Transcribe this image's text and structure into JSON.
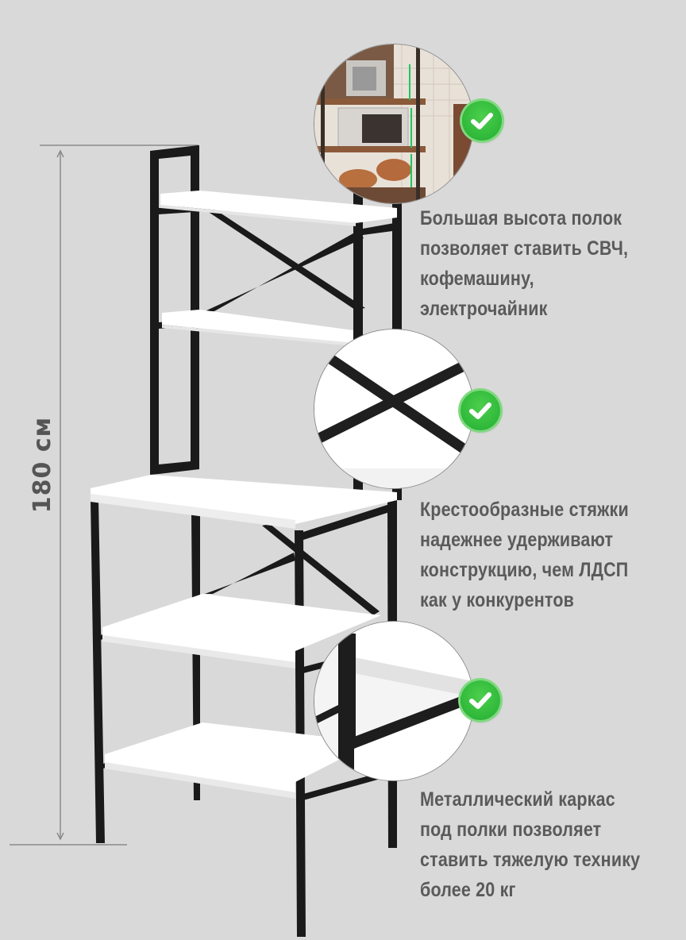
{
  "dimension": {
    "height_label": "180 см"
  },
  "features": [
    {
      "id": "shelf-height",
      "lines": [
        "Большая высота полок",
        "позволяет ставить СВЧ,",
        "кофемашину,",
        "электрочайник"
      ],
      "icon": "check-icon"
    },
    {
      "id": "cross-braces",
      "lines": [
        "Крестообразные стяжки",
        "надежнее удерживают",
        "конструкцию, чем ЛДСП",
        "как у конкурентов"
      ],
      "icon": "check-icon"
    },
    {
      "id": "metal-frame",
      "lines": [
        "Металлический каркас",
        "под полки позволяет",
        "ставить тяжелую технику",
        "более 20 кг"
      ],
      "icon": "check-icon"
    }
  ],
  "colors": {
    "background": "#d9d9d9",
    "frame": "#1a1a1a",
    "shelf": "#ffffff",
    "text": "#5a5a5a",
    "check_green": "#2fb83a"
  }
}
